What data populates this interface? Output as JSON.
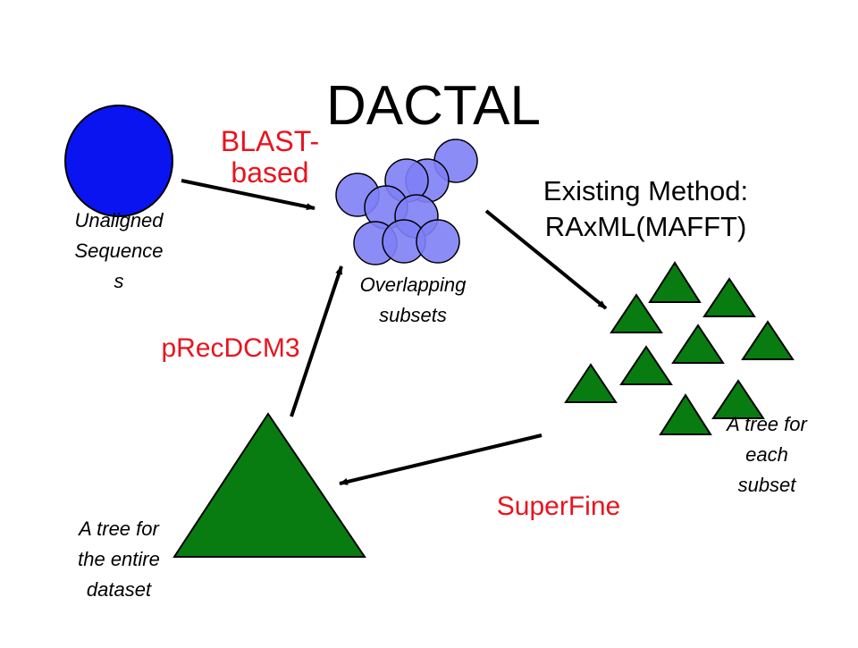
{
  "title": "DACTAL",
  "labels": {
    "unaligned": [
      "Unaligned",
      "Sequence",
      "s"
    ],
    "blast": [
      "BLAST-",
      "based"
    ],
    "overlapping": [
      "Overlapping",
      "subsets"
    ],
    "existing": [
      "Existing Method:",
      "RAxML(MAFFT)"
    ],
    "subset_trees": [
      "A tree for",
      "each",
      "subset"
    ],
    "superfine": "SuperFine",
    "entire_tree": [
      "A tree for",
      "the entire",
      "dataset"
    ],
    "precdcm3": "pRecDCM3"
  },
  "colors": {
    "blue_circle": "#0a14f0",
    "subset_circles": "#7f7ff6",
    "triangles": "#087c10",
    "method_red": "#e8141e"
  }
}
